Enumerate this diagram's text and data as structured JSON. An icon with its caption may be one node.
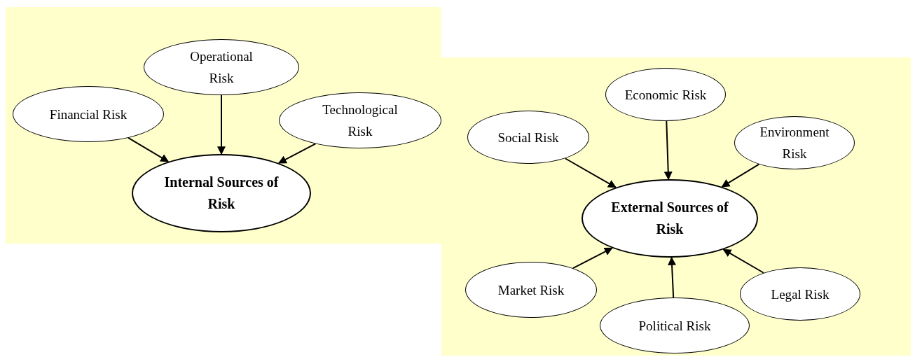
{
  "diagram": {
    "nodes": [
      {
        "text": [],
        "shape": "box"
      },
      {
        "text": [
          "Operational Risk"
        ],
        "in": 0
      },
      {
        "text": [
          "Financial Risk"
        ],
        "in": 0
      },
      {
        "text": [
          "Technological Risk"
        ],
        "in": 0
      },
      {
        "text": [
          "Internal Sources of Risk"
        ],
        "in": 0
      },
      {
        "text": [],
        "shape": "box"
      },
      {
        "text": [
          "Economic Risk"
        ],
        "in": 5
      },
      {
        "text": [
          "Social Risk"
        ],
        "in": 5
      },
      {
        "text": [
          "Environment Risk"
        ],
        "in": 5
      },
      {
        "text": [
          "External Sources of Risk"
        ],
        "in": 5
      },
      {
        "text": [
          "Market Risk"
        ],
        "in": 5
      },
      {
        "text": [
          "Political Risk"
        ],
        "in": 5
      },
      {
        "text": [
          "Legal Risk"
        ],
        "in": 5
      }
    ],
    "edges": [
      {
        "from": 2,
        "to": 4,
        "arrow": "to"
      },
      {
        "from": 1,
        "to": 4,
        "arrow": "to"
      },
      {
        "from": 3,
        "to": 4,
        "arrow": "to"
      },
      {
        "from": 7,
        "to": 9,
        "arrow": "to"
      },
      {
        "from": 6,
        "to": 9,
        "arrow": "to"
      },
      {
        "from": 8,
        "to": 9,
        "arrow": "to"
      },
      {
        "from": 10,
        "to": 9,
        "arrow": "to"
      },
      {
        "from": 11,
        "to": 9,
        "arrow": "to"
      },
      {
        "from": 12,
        "to": 9,
        "arrow": "to"
      }
    ]
  }
}
